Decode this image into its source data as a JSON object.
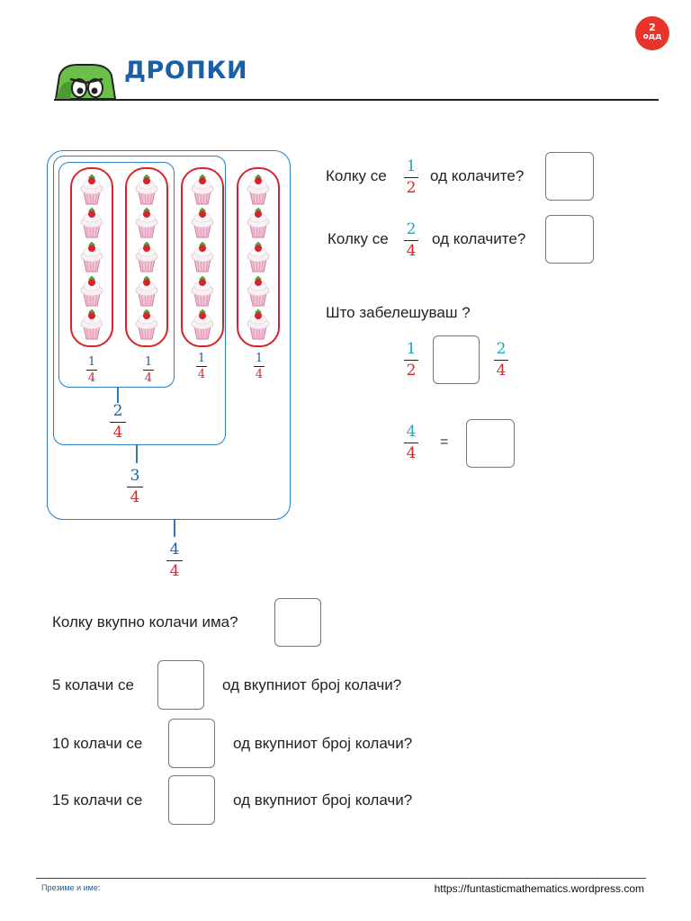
{
  "badge": {
    "grade": "2",
    "grade_label": "одд"
  },
  "header": {
    "title": "ДРОПКИ"
  },
  "colors": {
    "title": "#1b5fa8",
    "badge": "#e8342b",
    "frame": "#2a7bbf",
    "column": "#d8232a",
    "numerator": "#1aa7c9",
    "denominator": "#d8232a"
  },
  "diagram": {
    "column_labels": [
      {
        "num": "1",
        "den": "4"
      },
      {
        "num": "1",
        "den": "4"
      },
      {
        "num": "1",
        "den": "4"
      },
      {
        "num": "1",
        "den": "4"
      }
    ],
    "group_labels": [
      {
        "num": "2",
        "den": "4"
      },
      {
        "num": "3",
        "den": "4"
      },
      {
        "num": "4",
        "den": "4"
      }
    ],
    "cupcakes_per_column": 5
  },
  "questions": {
    "q1": {
      "prefix": "Колку се",
      "num": "1",
      "den": "2",
      "suffix": "од колачите?"
    },
    "q2": {
      "prefix": "Колку се",
      "num": "2",
      "den": "4",
      "suffix": "од колачите?"
    },
    "observe": "Што забелешуваш ?",
    "compare": {
      "left_num": "1",
      "left_den": "2",
      "right_num": "2",
      "right_den": "4"
    },
    "equals": {
      "num": "4",
      "den": "4",
      "sign": "="
    },
    "total": "Колку вкупно колачи има?",
    "five": {
      "prefix": "5 колачи се",
      "suffix": "од вкупниот број колачи?"
    },
    "ten": {
      "prefix": "10 колачи се",
      "suffix": "од вкупниот број колачи?"
    },
    "fifteen": {
      "prefix": "15 колачи се",
      "suffix": "од вкупниот број колачи?"
    }
  },
  "footer": {
    "name_label": "Презиме и име:",
    "url": "https://funtasticmathematics.wordpress.com"
  }
}
